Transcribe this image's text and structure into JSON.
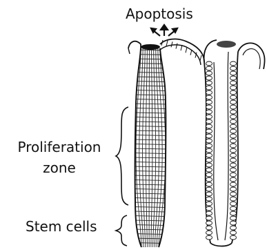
{
  "labels": {
    "apoptosis": "Apoptosis",
    "proliferation_line1": "Proliferation",
    "proliferation_line2": "zone",
    "stem_cells": "Stem cells"
  },
  "colors": {
    "ink": "#111111",
    "background": "#ffffff"
  }
}
